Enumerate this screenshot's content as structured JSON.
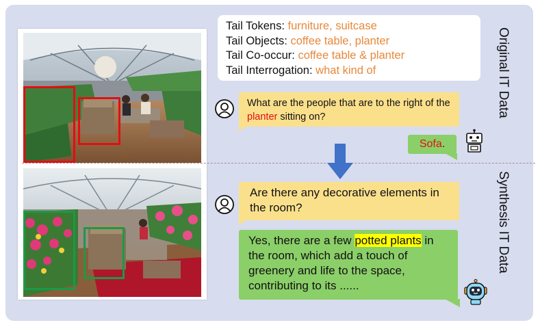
{
  "tail_info": {
    "rows": [
      {
        "label": "Tail Tokens:",
        "value": "furniture, suitcase"
      },
      {
        "label": "Tail Objects:",
        "value": "coffee table, planter"
      },
      {
        "label": "Tail Co-occur:",
        "value": "coffee table & planter"
      },
      {
        "label": "Tail Interrogation:",
        "value": "what kind of"
      }
    ]
  },
  "original": {
    "side_label": "Original IT Data",
    "question_pre": "What are the people that are to the right of the ",
    "question_highlight": "planter",
    "question_post": " sitting on?",
    "answer_word": "Sofa",
    "answer_punct": "."
  },
  "synthesis": {
    "side_label": "Synthesis IT Data",
    "question": "Are there any decorative elements in the room?",
    "answer_pre": "Yes, there are a few ",
    "answer_highlight": "potted plants",
    "answer_post": " in the room, which add a touch of greenery and life to the space, contributing to its ......"
  },
  "colors": {
    "panel": "#d7dcee",
    "tail_value": "#e8883a",
    "highlight_red": "#e01010",
    "question_bubble": "#fbe08c",
    "answer_bubble": "#8bcf69",
    "text_highlight": "#ffff00",
    "arrow": "#3f72c8",
    "box_red": "#e01010",
    "box_green": "#1a9a48"
  },
  "icons": [
    "user-icon",
    "robot-icon",
    "cute-robot-icon",
    "down-arrow-icon"
  ]
}
